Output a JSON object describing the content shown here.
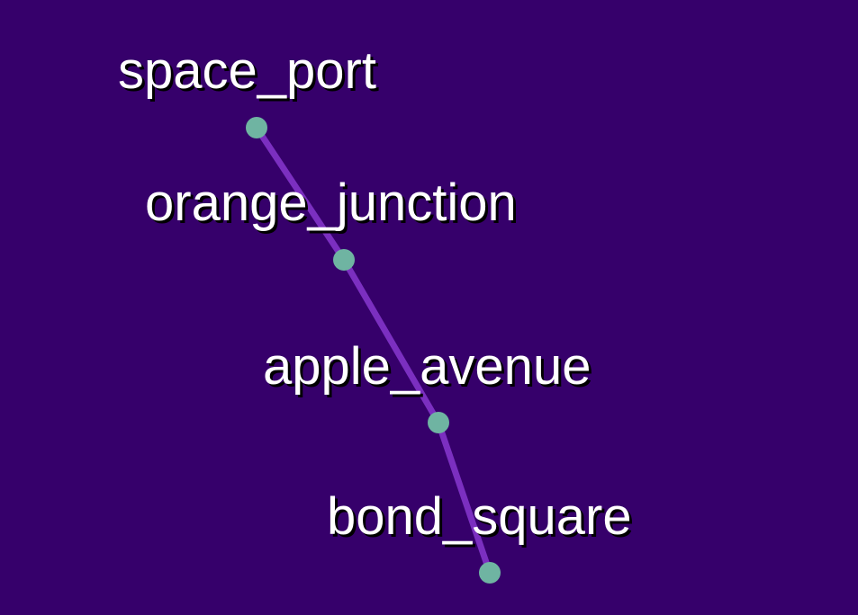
{
  "colors": {
    "background": "#36006b",
    "route_line": "#7b2fc0",
    "station_dot": "#6fb4a2",
    "label_text": "#ffffff",
    "label_shadow": "#000000"
  },
  "stations": [
    {
      "name": "space_port"
    },
    {
      "name": "orange_junction"
    },
    {
      "name": "apple_avenue"
    },
    {
      "name": "bond_square"
    }
  ]
}
